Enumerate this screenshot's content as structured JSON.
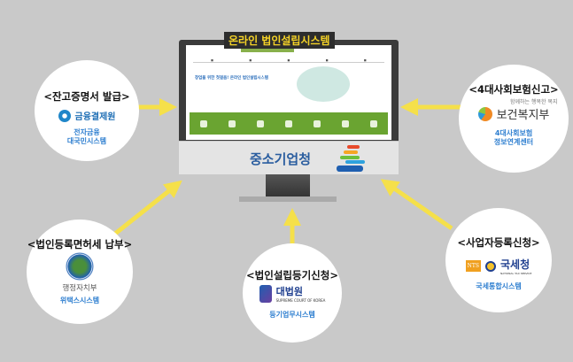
{
  "center": {
    "title": "온라인 법인설립시스템",
    "org": "중소기업청",
    "screen_headline": "창업을 위한 첫걸음! 온라인 법인설립시스템"
  },
  "nodes": [
    {
      "title": "<잔고증명서 발급>",
      "org": "금융결제원",
      "system": [
        "전자금융",
        "대국민시스템"
      ]
    },
    {
      "title": "<4대사회보험신고>",
      "org": "보건복지부",
      "slogan": "함께하는 행복한 복지",
      "system": [
        "4대사회보험",
        "정보연계센터"
      ]
    },
    {
      "title": "<법인등록면허세 납부>",
      "org": "행정자치부",
      "system": [
        "위택스시스템"
      ]
    },
    {
      "title": "<법인설립등기신청>",
      "org": "대법원",
      "org_en": "SUPREME COURT OF KOREA",
      "system": [
        "등기업무시스템"
      ]
    },
    {
      "title": "<사업자등록신청>",
      "org": "국세청",
      "org_badge": "NTS",
      "org_en": "NATIONAL TAX SERVICE",
      "system": [
        "국세통합시스템"
      ]
    }
  ],
  "colors": {
    "arrow": "#f5e04a",
    "accent": "#2f7fd0"
  }
}
